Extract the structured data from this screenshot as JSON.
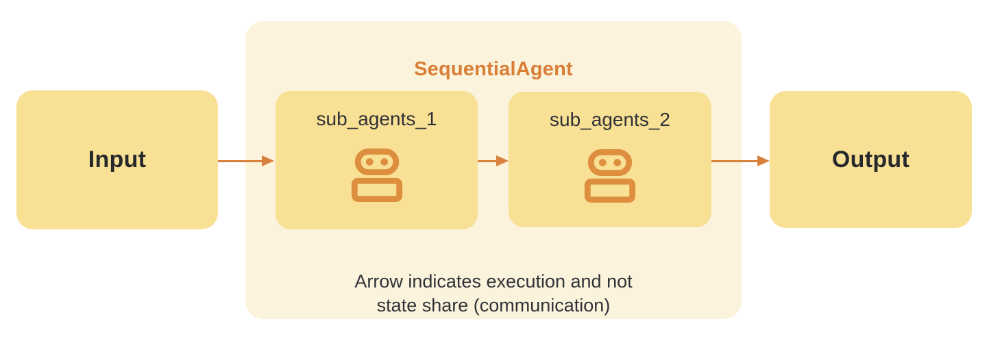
{
  "diagram": {
    "title": "SequentialAgent",
    "input_label": "Input",
    "output_label": "Output",
    "sub_agents": [
      {
        "label": "sub_agents_1",
        "icon": "robot-icon"
      },
      {
        "label": "sub_agents_2",
        "icon": "robot-icon"
      }
    ],
    "caption_line1": "Arrow indicates execution and not",
    "caption_line2": "state share (communication)",
    "flow": [
      "Input",
      "sub_agents_1",
      "sub_agents_2",
      "Output"
    ],
    "colors": {
      "box_fill": "#F8E095",
      "container_fill": "#FBF3DC",
      "accent_orange": "#D97E36",
      "arrow_orange": "#D8813C",
      "robot_orange": "#DD8E3E",
      "text_dark": "#26282B",
      "subtext_dark": "#2F3136",
      "caption_dark": "#303238",
      "page_bg": "#FFFFFF"
    }
  }
}
